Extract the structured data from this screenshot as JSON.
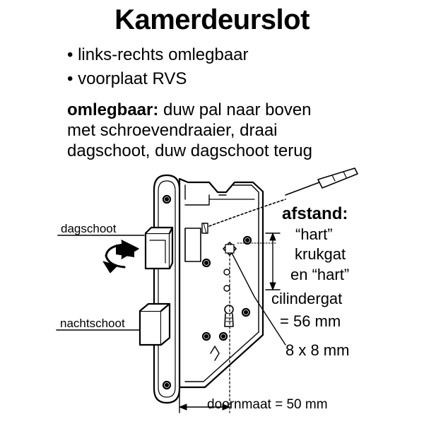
{
  "title": "Kamerdeurslot",
  "bullets": [
    "• links-rechts omlegbaar",
    "• voorplaat RVS"
  ],
  "instruction": {
    "bold": "omlegbaar:",
    "line1_rest": " duw pal naar boven",
    "line2": "met schroevendraaier, draai",
    "line3": "dagschoot, duw dagschoot terug"
  },
  "labels": {
    "dagschoot": "dagschoot",
    "nachtschoot": "nachtschoot",
    "afstand": "afstand:",
    "hart1": "“hart”",
    "krukgat": "krukgat",
    "en_hart": "en “hart”",
    "cilindergat": "cilindergat",
    "distance": "= 56 mm",
    "square": "8 x 8 mm",
    "doornmaat": "doornmaat = 50 mm"
  }
}
